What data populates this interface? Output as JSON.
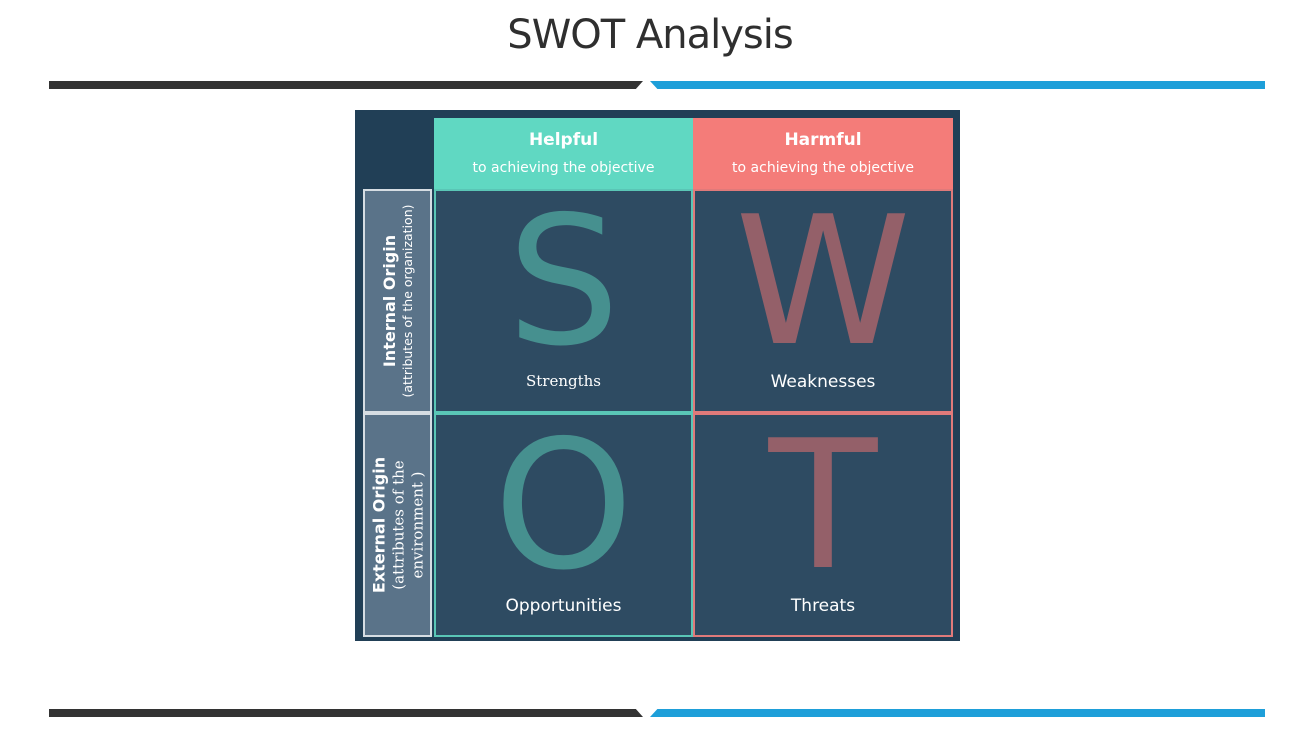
{
  "slide": {
    "title": "SWOT Analysis"
  },
  "colors": {
    "dark_bar": "#333333",
    "blue_bar": "#1e9fd9",
    "matrix_background": "#213f56",
    "helpful": "#60d8c2",
    "harmful": "#f47c79",
    "cell_background": "#2e4b62"
  },
  "swot": {
    "columns": [
      {
        "title": "Helpful",
        "subtitle": "to achieving the objective"
      },
      {
        "title": "Harmful",
        "subtitle": "to achieving the objective"
      }
    ],
    "rows": [
      {
        "title": "Internal Origin",
        "subtitle": "(attributes of the organization)"
      },
      {
        "title": "External Origin",
        "subtitle": "(attributes of the environment )"
      }
    ],
    "quadrants": [
      {
        "letter": "S",
        "label": "Strengths"
      },
      {
        "letter": "W",
        "label": "Weaknesses"
      },
      {
        "letter": "O",
        "label": "Opportunities"
      },
      {
        "letter": "T",
        "label": "Threats"
      }
    ]
  }
}
